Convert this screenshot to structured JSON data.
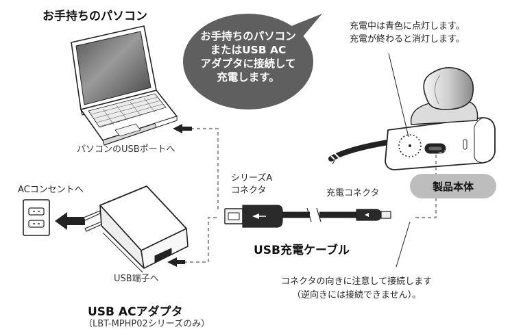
{
  "texts": {
    "pc_title": "お手持ちのパソコン",
    "bubble": "お手持ちのパソコン\nまたはUSB AC\nアダプタに接続して\n充電します。",
    "indicator": "充電中は青色に点灯します。\n充電が終わると消灯します。",
    "pc_port": "パソコンのUSBポートへ",
    "series_a": "シリーズA\nコネクタ",
    "charge_connector": "充電コネクタ",
    "product_body": "製品本体",
    "ac_outlet": "ACコンセントへ",
    "usb_cable": "USB充電ケーブル",
    "usb_terminal": "USB端子へ",
    "caution": "コネクタの向きに注意して接続します\n（逆向きには接続できません）。",
    "adapter_title": "USB ACアダプタ",
    "adapter_sub": "（LBT-MPHP02シリーズのみ）"
  },
  "colors": {
    "bubble": "#5f5f5f",
    "badge": "#bdbdbd",
    "dashed": "#999999",
    "arrow": "#222222"
  }
}
